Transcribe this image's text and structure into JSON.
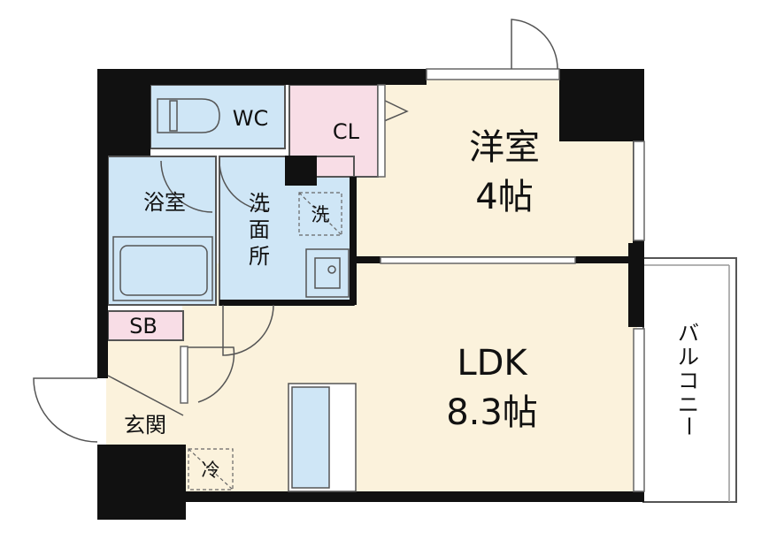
{
  "rooms": {
    "western_room": {
      "name": "洋室",
      "size": "4帖"
    },
    "ldk": {
      "name": "LDK",
      "size": "8.3帖"
    },
    "wc": "WC",
    "closet": "CL",
    "bathroom": "浴室",
    "washroom": [
      "洗",
      "面",
      "所"
    ],
    "washer": "洗",
    "shoe_box": "SB",
    "entrance": "玄関",
    "fridge": "冷",
    "balcony": [
      "バ",
      "ル",
      "コ",
      "ニ",
      "ー"
    ]
  },
  "colors": {
    "wall": "#111111",
    "room_fill": "#fbf2dc",
    "wet_area": "#cfe6f6",
    "closet": "#f8dde6",
    "line": "#555555"
  }
}
